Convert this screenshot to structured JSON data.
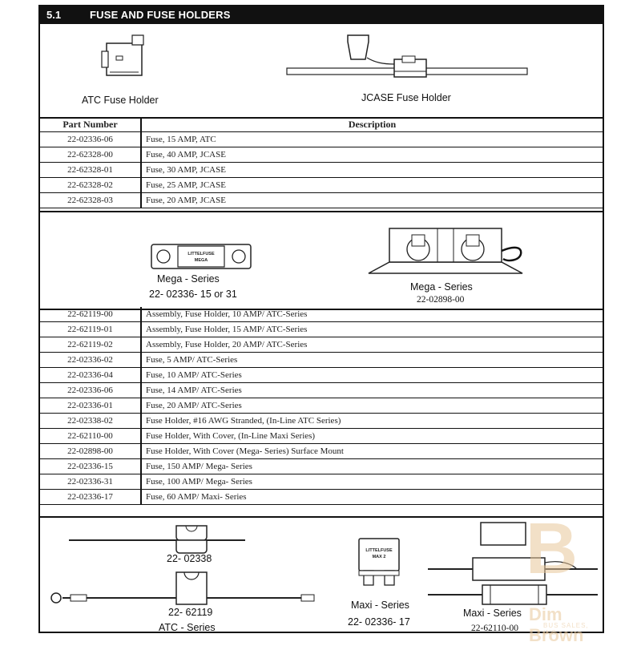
{
  "header": {
    "section_number": "5.1",
    "title": "FUSE AND FUSE HOLDERS"
  },
  "figures_top": {
    "atc_caption": "ATC Fuse Holder",
    "jcase_caption": "JCASE Fuse Holder"
  },
  "table1": {
    "headers": {
      "part_number": "Part Number",
      "description": "Description"
    },
    "rows": [
      {
        "pn": "22-02336-06",
        "desc": "Fuse, 15 AMP, ATC"
      },
      {
        "pn": "22-62328-00",
        "desc": "Fuse, 40 AMP, JCASE"
      },
      {
        "pn": "22-62328-01",
        "desc": "Fuse, 30 AMP, JCASE"
      },
      {
        "pn": "22-62328-02",
        "desc": "Fuse, 25 AMP, JCASE"
      },
      {
        "pn": "22-62328-03",
        "desc": "Fuse, 20 AMP, JCASE"
      }
    ]
  },
  "figures_mid": {
    "mega_left_caption": "Mega - Series",
    "mega_left_pn": "22- 02336- 15 or 31",
    "mega_right_caption": "Mega - Series",
    "mega_right_pn": "22-02898-00",
    "mega_fuse_label_1": "LITTELFUSE",
    "mega_fuse_label_2": "MEGA"
  },
  "table2": {
    "rows": [
      {
        "pn": "22-62119-00",
        "desc": "Assembly, Fuse Holder, 10 AMP/ ATC-Series"
      },
      {
        "pn": "22-62119-01",
        "desc": "Assembly, Fuse Holder, 15 AMP/ ATC-Series"
      },
      {
        "pn": "22-62119-02",
        "desc": "Assembly, Fuse Holder, 20 AMP/ ATC-Series"
      },
      {
        "pn": "22-02336-02",
        "desc": "Fuse, 5 AMP/ ATC-Series"
      },
      {
        "pn": "22-02336-04",
        "desc": "Fuse, 10 AMP/ ATC-Series"
      },
      {
        "pn": "22-02336-06",
        "desc": "Fuse, 14 AMP/ ATC-Series"
      },
      {
        "pn": "22-02336-01",
        "desc": "Fuse, 20 AMP/ ATC-Series"
      },
      {
        "pn": "22-02338-02",
        "desc": "Fuse Holder, #16 AWG Stranded, (In-Line ATC Series)"
      },
      {
        "pn": "22-62110-00",
        "desc": "Fuse Holder, With Cover, (In-Line Maxi Series)"
      },
      {
        "pn": "22-02898-00",
        "desc": "Fuse Holder, With Cover (Mega- Series) Surface Mount"
      },
      {
        "pn": "22-02336-15",
        "desc": "Fuse, 150 AMP/ Mega- Series"
      },
      {
        "pn": "22-02336-31",
        "desc": "Fuse, 100 AMP/ Mega- Series"
      },
      {
        "pn": "22-02336-17",
        "desc": "Fuse, 60 AMP/ Maxi- Series"
      }
    ]
  },
  "figures_bottom": {
    "atc_inline_pn": "22- 02338",
    "atc_holder_pn": "22- 62119",
    "atc_series": "ATC - Series",
    "maxi_fuse_caption": "Maxi - Series",
    "maxi_fuse_pn": "22- 02336- 17",
    "maxi_fuse_label_1": "LITTELFUSE",
    "maxi_fuse_label_2": "MAX 2",
    "maxi_holder_caption": "Maxi - Series",
    "maxi_holder_pn": "22-62110-00"
  },
  "watermark": {
    "line1": "Dim Brown",
    "line2": "BUS SALES, INC."
  }
}
